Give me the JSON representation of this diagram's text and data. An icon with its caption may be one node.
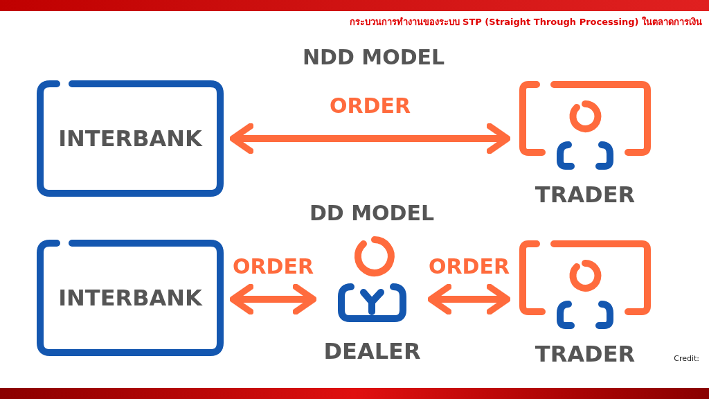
{
  "diagram": {
    "title": "กระบวนการทำงานของระบบ STP (Straight Through Processing) ในตลาดการเงิน",
    "nodes": [
      {
        "text": [
          "INTERBANK"
        ]
      },
      {
        "text": [
          "TRADER"
        ]
      },
      {
        "text": [
          "INTERBANK"
        ]
      },
      {
        "text": [
          "DEALER"
        ]
      },
      {
        "text": [
          "TRADER"
        ]
      }
    ],
    "edges": [
      {
        "from": 0,
        "to": 1,
        "arrow": "both",
        "label": "ORDER"
      },
      {
        "from": 2,
        "to": 3,
        "arrow": "both",
        "label": "ORDER"
      },
      {
        "from": 3,
        "to": 4,
        "arrow": "both",
        "label": "ORDER"
      }
    ],
    "labels": [
      "NDD MODEL",
      "DD MODEL",
      "Credit:"
    ]
  }
}
